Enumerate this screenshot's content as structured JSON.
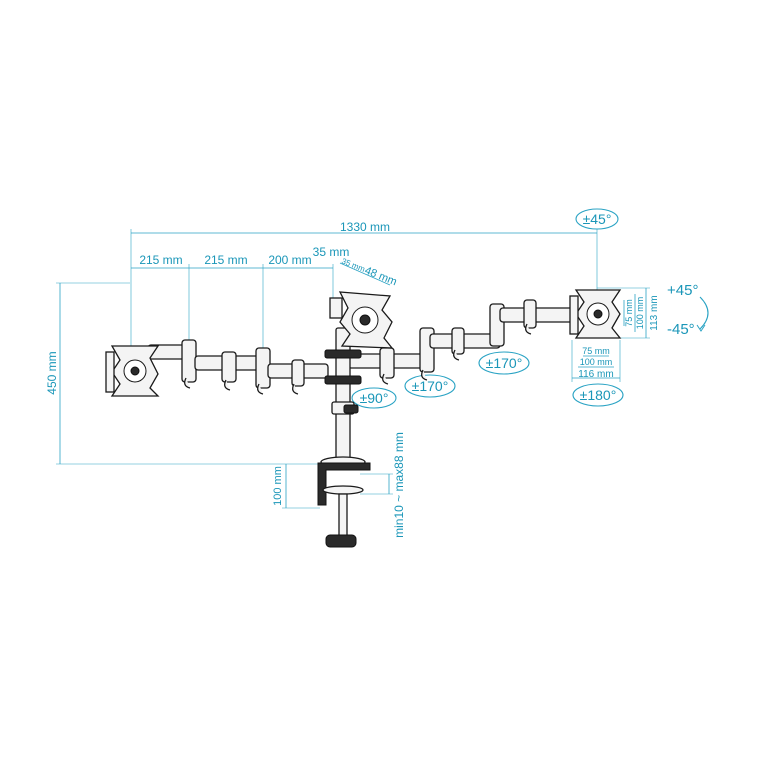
{
  "dimensions": {
    "total_width": "1330 mm",
    "arm_1": "215 mm",
    "arm_2": "215 mm",
    "arm_3": "200 mm",
    "pole_offset": "35 mm",
    "small_35": "35 mm",
    "small_48": "48 mm",
    "height": "450 mm",
    "clamp_base": "100 mm",
    "clamp_range": "min10 ~ max88 mm",
    "vesa_75_h": "75 mm",
    "vesa_100_h": "100 mm",
    "vesa_113_h": "113 mm",
    "vesa_75_w": "75 mm",
    "vesa_100_w": "100 mm",
    "vesa_116_w": "116 mm"
  },
  "rotations": {
    "tilt_top": "±45°",
    "tilt_up": "+45°",
    "tilt_down": "-45°",
    "swivel_arm_a": "±170°",
    "swivel_arm_b": "±170°",
    "swivel_pole": "±90°",
    "rotate_plate": "±180°"
  },
  "colors": {
    "dimension": "#1a96b8",
    "outline": "#1a1a1a"
  }
}
